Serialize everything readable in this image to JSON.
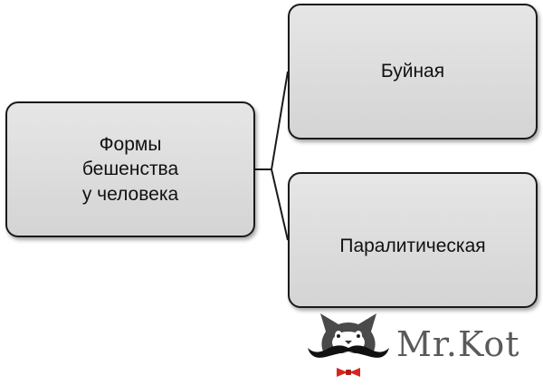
{
  "diagram": {
    "root": {
      "label": "Формы\nбешенства\nу человека"
    },
    "children": [
      {
        "label": "Буйная"
      },
      {
        "label": "Паралитическая"
      }
    ]
  },
  "watermark": {
    "text": "Mr.Kot"
  },
  "colors": {
    "box_fill": "#dcdcdc",
    "box_border": "#1a1a1a",
    "connector": "#1a1a1a",
    "bowtie": "#d6261f",
    "logo_text": "#5a5a5a"
  }
}
